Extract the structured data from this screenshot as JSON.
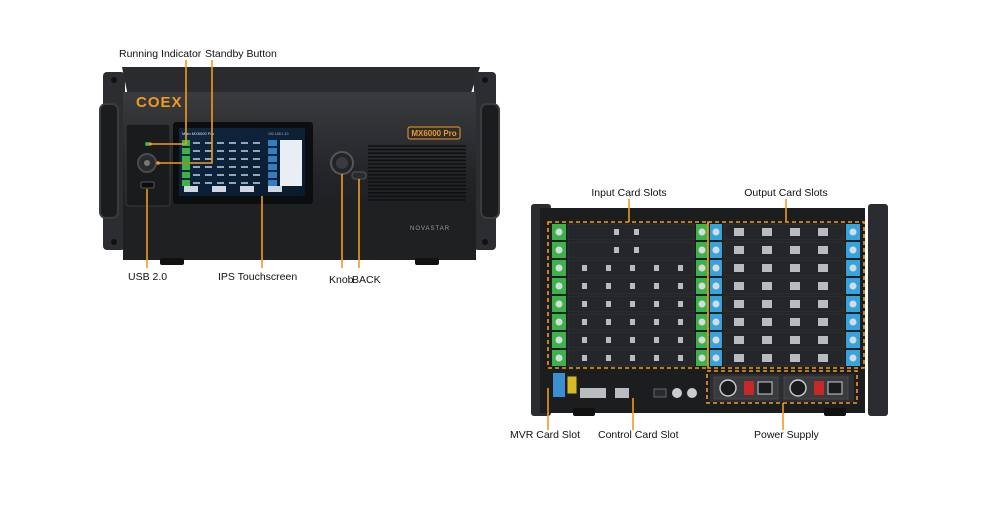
{
  "front_panel": {
    "brand": "COEX",
    "model_badge": "MX6000 Pro",
    "maker": "NOVASTAR",
    "screen_title": "Main  MX6000 Pro",
    "screen_ip": "192.168.1.10",
    "labels": {
      "running_indicator": "Running Indicator",
      "standby_button": "Standby Button",
      "usb": "USB 2.0",
      "touchscreen": "IPS Touchscreen",
      "knob": "Knob",
      "back": "BACK"
    }
  },
  "rear_panel": {
    "labels": {
      "input_slots": "Input Card Slots",
      "output_slots": "Output Card Slots",
      "mvr_slot": "MVR Card Slot",
      "control_slot": "Control Card Slot",
      "power_supply": "Power Supply"
    }
  },
  "colors": {
    "accent": "#f39a1e",
    "chassis": "#1c1d1f",
    "input_green": "#3bb34a",
    "output_blue": "#35a4dc",
    "screen_blue": "#2f7fc4"
  }
}
